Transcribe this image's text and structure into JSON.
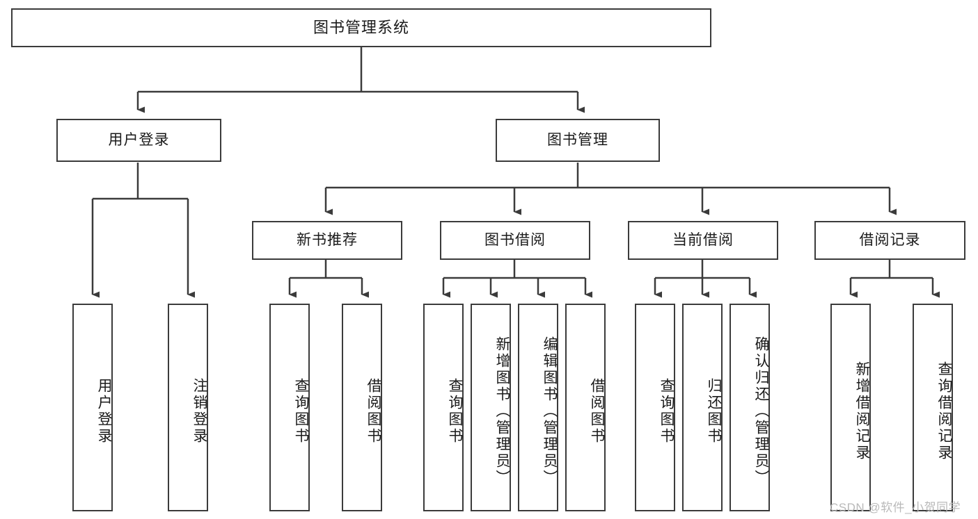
{
  "diagram": {
    "title": "图书管理系统",
    "type": "hierarchy-tree",
    "background_color": "#ffffff",
    "box_border_color": "#3b3b3b",
    "connector_color": "#3b3b3b",
    "text_color": "#1a1a1a"
  },
  "root": {
    "label": "图书管理系统"
  },
  "level2": [
    {
      "label": "用户登录"
    },
    {
      "label": "图书管理"
    }
  ],
  "level3": [
    {
      "label": "新书推荐"
    },
    {
      "label": "图书借阅"
    },
    {
      "label": "当前借阅"
    },
    {
      "label": "借阅记录"
    }
  ],
  "leaves": {
    "user_login": [
      {
        "label": "用户登录"
      },
      {
        "label": "注销登录"
      }
    ],
    "new_book": [
      {
        "label": "查询图书"
      },
      {
        "label": "借阅图书"
      }
    ],
    "book_borrow": [
      {
        "label": "查询图书"
      },
      {
        "label": "新增图书（管理员）"
      },
      {
        "label": "编辑图书（管理员）"
      },
      {
        "label": "借阅图书"
      }
    ],
    "current_borrow": [
      {
        "label": "查询图书"
      },
      {
        "label": "归还图书"
      },
      {
        "label": "确认归还（管理员）"
      }
    ],
    "borrow_record": [
      {
        "label": "新增借阅记录"
      },
      {
        "label": "查询借阅记录"
      }
    ]
  },
  "watermark": {
    "text": "CSDN @软件_小贺同学",
    "color": "#b9b9b9"
  }
}
